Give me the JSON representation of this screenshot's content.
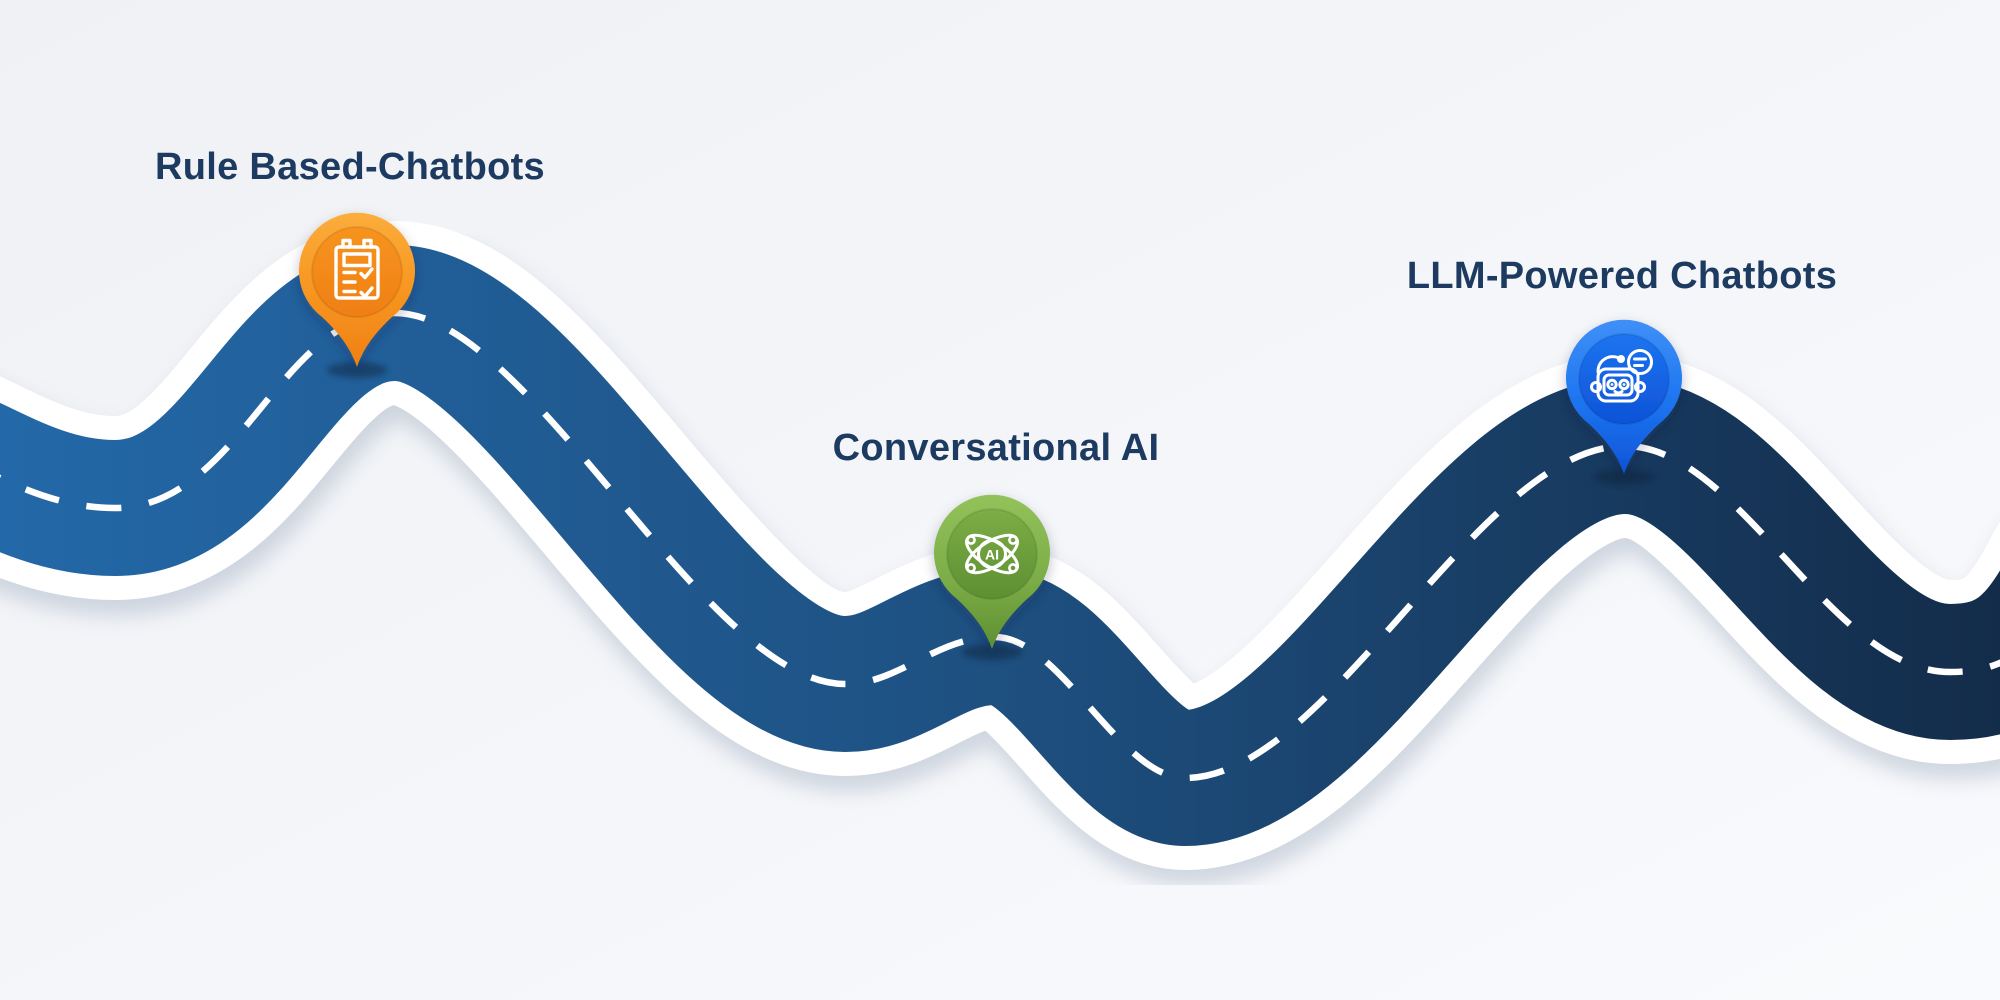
{
  "diagram": {
    "type": "roadmap-infographic",
    "subject": "Evolution of chatbots along a winding road with three location pins"
  },
  "background": {
    "top": "#EFF1F5",
    "bottom": "#F9FAFD"
  },
  "road": {
    "surface_gradient": {
      "0": "#2368A8",
      "1": "#1E5182",
      "2": "#132C4A"
    },
    "edge_color": "#FFFFFF",
    "centerline_color": "#FFFFFF",
    "centerline_style": "dashed"
  },
  "title_color": "#1D3B60",
  "milestones": {
    "0": {
      "label": "Rule Based-Chatbots",
      "icon": "clipboard-checklist-icon",
      "pin": {
        "light": "#FBAD3C",
        "main": "#F7941E",
        "dark": "#EF7F15"
      }
    },
    "1": {
      "label": "Conversational AI",
      "icon": "ai-atom-icon",
      "icon_text": "AI",
      "pin": {
        "light": "#93C25B",
        "main": "#7CAD46",
        "dark": "#5E8F32"
      }
    },
    "2": {
      "label": "LLM-Powered Chatbots",
      "icon": "chatbot-robot-icon",
      "pin": {
        "light": "#3F90F7",
        "main": "#1C74F0",
        "dark": "#0E53D7"
      }
    }
  }
}
